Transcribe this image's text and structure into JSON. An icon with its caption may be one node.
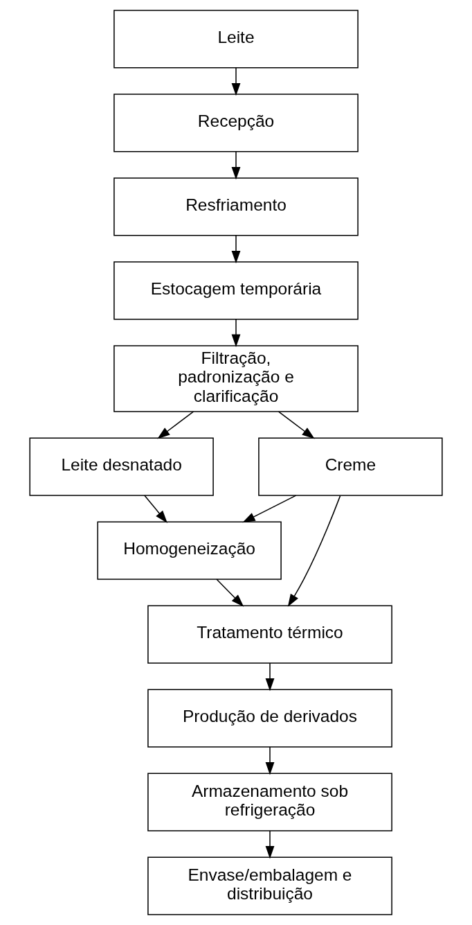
{
  "diagram": {
    "nodes": [
      {
        "text": [
          "Leite"
        ]
      },
      {
        "text": [
          "Recepção"
        ]
      },
      {
        "text": [
          "Resfriamento"
        ]
      },
      {
        "text": [
          "Estocagem temporária"
        ]
      },
      {
        "text": [
          "Filtração, padronização e clarificação"
        ]
      },
      {
        "text": [
          "Leite desnatado"
        ]
      },
      {
        "text": [
          "Creme"
        ]
      },
      {
        "text": [
          "Homogeneização"
        ]
      },
      {
        "text": [
          "Tratamento térmico"
        ]
      },
      {
        "text": [
          "Produção de derivados"
        ]
      },
      {
        "text": [
          "Armazenamento sob refrigeração"
        ]
      },
      {
        "text": [
          "Envase/embalagem e distribuição"
        ]
      }
    ],
    "edges": [
      {
        "from": 0,
        "to": 1,
        "arrow": "to"
      },
      {
        "from": 1,
        "to": 2,
        "arrow": "to"
      },
      {
        "from": 2,
        "to": 3,
        "arrow": "to"
      },
      {
        "from": 3,
        "to": 4,
        "arrow": "to"
      },
      {
        "from": 4,
        "to": 5,
        "arrow": "to"
      },
      {
        "from": 4,
        "to": 6,
        "arrow": "to"
      },
      {
        "from": 5,
        "to": 7,
        "arrow": "to"
      },
      {
        "from": 6,
        "to": 7,
        "arrow": "to"
      },
      {
        "from": 6,
        "to": 8,
        "arrow": "to"
      },
      {
        "from": 7,
        "to": 8,
        "arrow": "to"
      },
      {
        "from": 8,
        "to": 9,
        "arrow": "to"
      },
      {
        "from": 9,
        "to": 10,
        "arrow": "to"
      },
      {
        "from": 10,
        "to": 11,
        "arrow": "to"
      }
    ]
  }
}
